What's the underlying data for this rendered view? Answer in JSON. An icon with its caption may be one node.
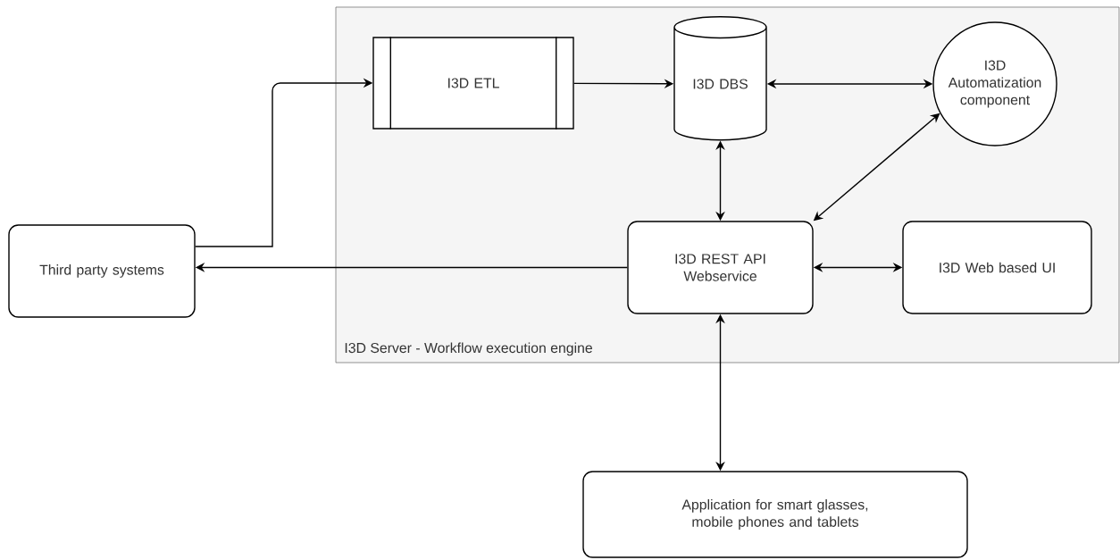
{
  "diagram": {
    "nodes": [
      {
        "text": [
          "Third party systems"
        ]
      },
      {
        "text": [
          "I3D Server - Workflow execution engine"
        ]
      },
      {
        "text": [
          "I3D ETL"
        ],
        "in": 1
      },
      {
        "text": [
          "I3D DBS"
        ],
        "in": 1
      },
      {
        "text": [
          "I3D Automatization component"
        ],
        "in": 1
      },
      {
        "text": [
          "I3D REST API Webservice"
        ],
        "in": 1
      },
      {
        "text": [
          "I3D Web based UI"
        ],
        "in": 1
      },
      {
        "text": [
          "Application for smart glasses, mobile phones and tablets"
        ]
      }
    ],
    "edges": [
      {
        "from": 0,
        "to": 2,
        "arrow": "to"
      },
      {
        "from": 2,
        "to": 3,
        "arrow": "to"
      },
      {
        "from": 3,
        "to": 4,
        "arrow": "both"
      },
      {
        "from": 3,
        "to": 5,
        "arrow": "both"
      },
      {
        "from": 5,
        "to": 4,
        "arrow": "both"
      },
      {
        "from": 5,
        "to": 6,
        "arrow": "both"
      },
      {
        "from": 5,
        "to": 0,
        "arrow": "to"
      },
      {
        "from": 5,
        "to": 7,
        "arrow": "both"
      }
    ]
  }
}
